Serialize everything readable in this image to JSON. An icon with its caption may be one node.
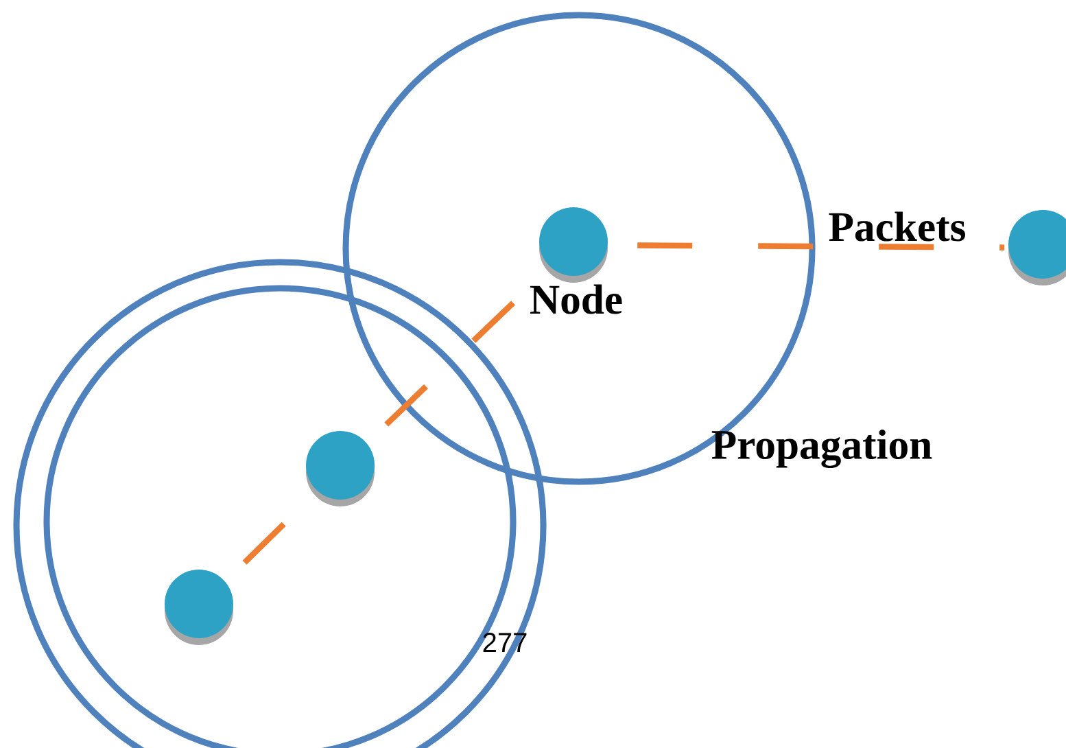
{
  "diagram": {
    "nodes": [
      {
        "text": [],
        "shape": "circle"
      },
      {
        "text": [],
        "shape": "circle"
      },
      {
        "text": [],
        "shape": "circle"
      },
      {
        "text": [],
        "shape": "circle"
      }
    ],
    "edges": [
      {
        "from": 0,
        "to": 1,
        "arrow": "none",
        "style": "dashed"
      },
      {
        "from": 1,
        "to": 2,
        "arrow": "none",
        "style": "dashed"
      },
      {
        "from": 2,
        "to": 3,
        "arrow": "none",
        "style": "dashed"
      }
    ],
    "labels": [
      "Node",
      "Packets",
      "Propagation",
      "277"
    ]
  }
}
